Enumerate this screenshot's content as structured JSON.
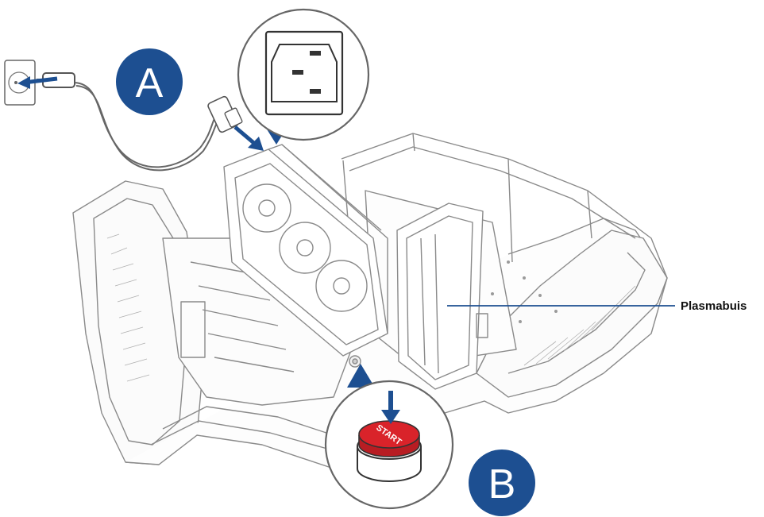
{
  "callouts": {
    "step_a": "A",
    "step_b": "B",
    "right_label": "Plasmabuis"
  },
  "button": {
    "label": "START"
  },
  "colors": {
    "badge": "#1d4f91",
    "arrow": "#1d4f91",
    "start_button": "#d9232a",
    "line": "#777777"
  },
  "icons": {
    "power_socket": "wall-socket-icon",
    "power_inlet": "iec-inlet-icon",
    "power_button": "start-button-icon"
  }
}
